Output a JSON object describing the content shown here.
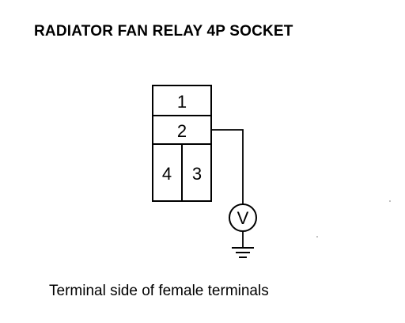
{
  "title": "RADIATOR FAN RELAY 4P SOCKET",
  "caption": "Terminal side of female terminals",
  "terminals": {
    "t1": "1",
    "t2": "2",
    "t3": "3",
    "t4": "4"
  },
  "meter": {
    "symbol": "V"
  }
}
